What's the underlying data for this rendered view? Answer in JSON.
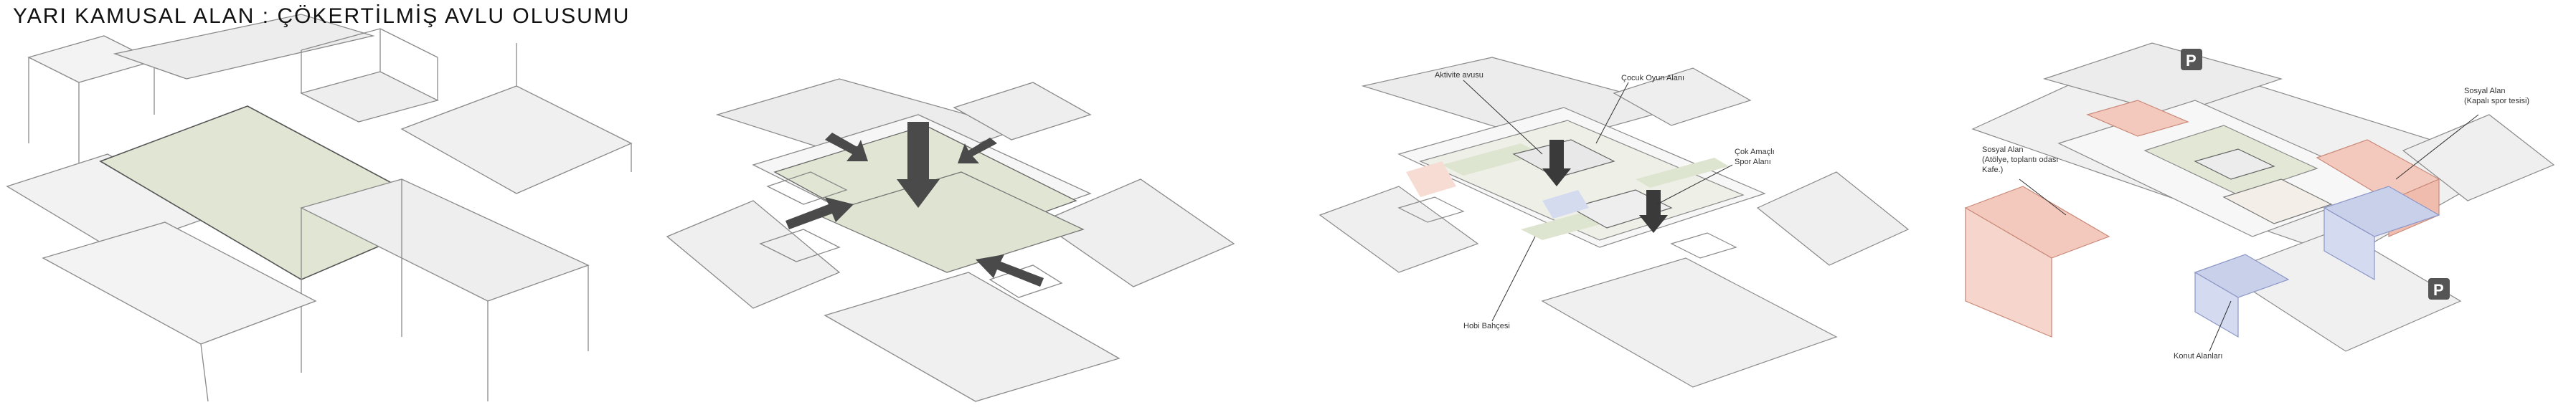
{
  "title": "YARI KAMUSAL ALAN : ÇÖKERTİLMİŞ AVLU OLUSUMU",
  "colors": {
    "line": "#7a7a7a",
    "mass": "#ececec",
    "court_green": "#e1e6d4",
    "social_red": "#f4c9bd",
    "housing_blue": "#c9d0ea",
    "arrow": "#4a4a4a"
  },
  "panel3_labels": {
    "aktivite": "Aktivite avusu",
    "cocuk": "Çocuk Oyun Alanı",
    "cok_amacli_1": "Çok Amaçlı",
    "cok_amacli_2": "Spor Alanı",
    "hobi": "Hobi Bahçesi"
  },
  "panel4_labels": {
    "sosyal_left_1": "Sosyal Alan",
    "sosyal_left_2": "(Atölye, toplantı odası",
    "sosyal_left_3": "Kafe.)",
    "sosyal_right_1": "Sosyal Alan",
    "sosyal_right_2": "(Kapalı spor tesisi)",
    "konut": "Konut Alanları",
    "parking_top": "P",
    "parking_bottom": "P"
  }
}
